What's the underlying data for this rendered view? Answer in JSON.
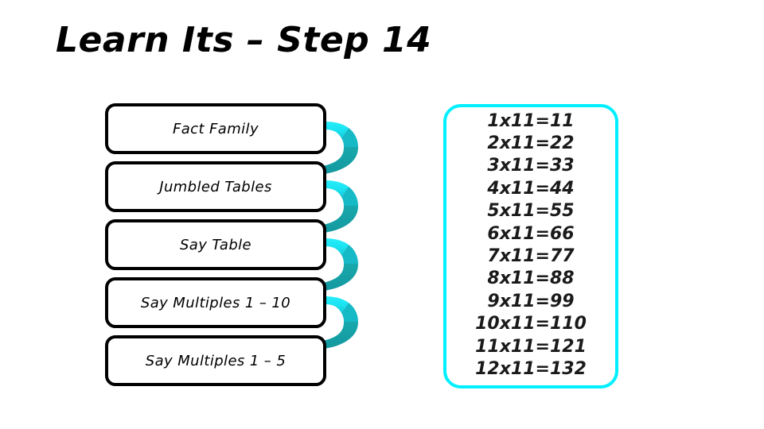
{
  "slide": {
    "title": "Learn Its – Step 14",
    "background_color": "#ffffff"
  },
  "colors": {
    "box_border": "#000000",
    "panel_border": "#00f0ff",
    "arrow_light": "#1ee8f5",
    "arrow_dark": "#17a8ad",
    "text": "#000000"
  },
  "steps": {
    "items": [
      {
        "label": "Fact Family"
      },
      {
        "label": "Jumbled Tables"
      },
      {
        "label": "Say Table"
      },
      {
        "label": "Say Multiples 1 – 10"
      },
      {
        "label": "Say Multiples 1 – 5"
      }
    ]
  },
  "arrows": {
    "count": 4,
    "direction": "curved-up-left",
    "description": "curved ribbon arrows pointing from each lower box up into the box above"
  },
  "times_table": {
    "rows": [
      "1x11=11",
      "2x11=22",
      "3x11=33",
      "4x11=44",
      "5x11=55",
      "6x11=66",
      "7x11=77",
      "8x11=88",
      "9x11=99",
      "10x11=110",
      "11x11=121",
      "12x11=132"
    ]
  }
}
